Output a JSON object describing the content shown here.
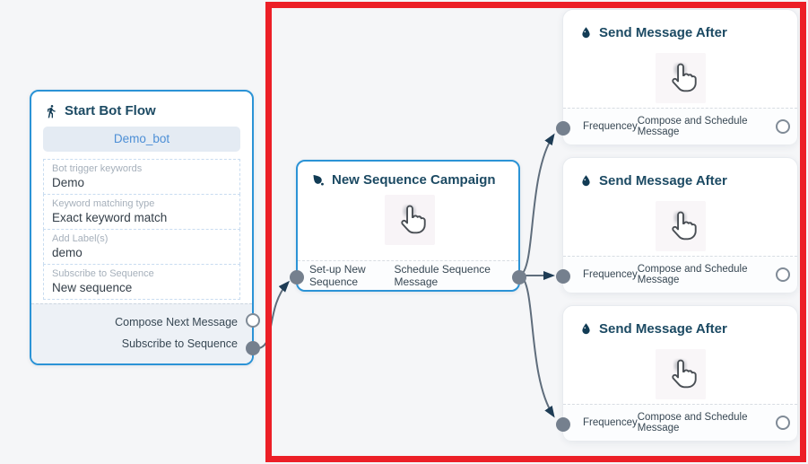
{
  "flow": {
    "start_node": {
      "title": "Start Bot Flow",
      "bot_name": "Demo_bot",
      "fields": [
        {
          "label": "Bot trigger keywords",
          "value": "Demo"
        },
        {
          "label": "Keyword matching type",
          "value": "Exact keyword match"
        },
        {
          "label": "Add Label(s)",
          "value": "demo"
        },
        {
          "label": "Subscribe to Sequence",
          "value": "New sequence"
        }
      ],
      "outputs": [
        {
          "label": "Compose Next Message"
        },
        {
          "label": "Subscribe to Sequence"
        }
      ]
    },
    "sequence_node": {
      "title": "New Sequence Campaign",
      "input_label": "Set-up New Sequence",
      "output_label": "Schedule Sequence Message"
    },
    "send_node": {
      "title": "Send Message After",
      "input_label": "Frequencey",
      "output_label": "Compose and Schedule Message"
    }
  },
  "icons": {
    "start_node": "walking-person-icon",
    "sequence_node": "ink-drop-icon",
    "send_node": "water-drop-icon",
    "node_body": "hand-cursor-icon"
  },
  "colors": {
    "canvas_bg": "#f5f6f8",
    "node_border_blue": "#2b93d6",
    "title_text": "#1c4a63",
    "button_bg": "#e4ebf3",
    "button_text": "#4d8fd6",
    "wire_gray": "#5f6d7c",
    "arrow_navy": "#1e3c55",
    "connector_fill": "#75808e",
    "highlight_red": "#ec1f27"
  }
}
